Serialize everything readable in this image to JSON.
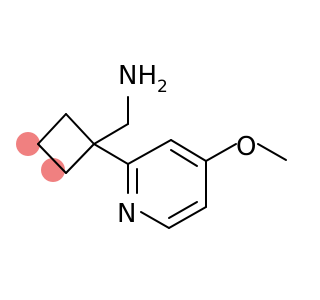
{
  "molecule": {
    "atoms": {
      "amine_n": "NH",
      "amine_h_count": "2",
      "pyridine_n": "N",
      "methoxy_o": "O"
    },
    "highlight_color": "#f08080",
    "bond_color": "#000000",
    "label_color": "#000000"
  }
}
